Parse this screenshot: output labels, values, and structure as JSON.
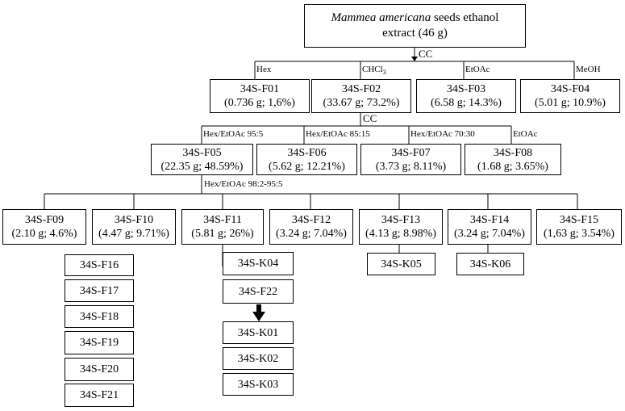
{
  "root": {
    "name_italic": "Mammea americana",
    "name_rest": " seeds ethanol",
    "line2": "extract (46 g)"
  },
  "cc1": "CC",
  "cc2": "CC",
  "solvents1": {
    "hex": "Hex",
    "chcl3_base": "CHCl",
    "chcl3_sub": "3",
    "etoac": "EtOAc",
    "meoh": "MeOH"
  },
  "level1": [
    {
      "id": "34S-F01",
      "detail": "(0.736 g; 1,6%)"
    },
    {
      "id": "34S-F02",
      "detail": "(33.67 g; 73.2%)"
    },
    {
      "id": "34S-F03",
      "detail": "(6.58 g; 14.3%)"
    },
    {
      "id": "34S-F04",
      "detail": "(5.01 g; 10.9%)"
    }
  ],
  "solvents2": {
    "a": "Hex/EtOAc 95:5",
    "b": "Hex/EtOAc 85:15",
    "c": "Hex/EtOAc 70:30",
    "d": "EtOAc"
  },
  "level2": [
    {
      "id": "34S-F05",
      "detail": "(22.35 g; 48.59%)"
    },
    {
      "id": "34S-F06",
      "detail": "(5.62 g; 12.21%)"
    },
    {
      "id": "34S-F07",
      "detail": "(3.73 g; 8.11%)"
    },
    {
      "id": "34S-F08",
      "detail": "(1.68 g; 3.65%)"
    }
  ],
  "solvents3": {
    "a": "Hex/EtOAc 98:2-95:5"
  },
  "level3": [
    {
      "id": "34S-F09",
      "detail": "(2.10 g; 4.6%)"
    },
    {
      "id": "34S-F10",
      "detail": "(4.47 g; 9.71%)"
    },
    {
      "id": "34S-F11",
      "detail": "(5.81 g; 26%)"
    },
    {
      "id": "34S-F12",
      "detail": "(3.24 g; 7.04%)"
    },
    {
      "id": "34S-F13",
      "detail": "(4.13 g; 8.98%)"
    },
    {
      "id": "34S-F14",
      "detail": "(3.24 g; 7.04%)"
    },
    {
      "id": "34S-F15",
      "detail": "(1,63 g; 3.54%)"
    }
  ],
  "f10_children": [
    "34S-F16",
    "34S-F17",
    "34S-F18",
    "34S-F19",
    "34S-F20",
    "34S-F21"
  ],
  "f11_children": {
    "k04": "34S-K04",
    "f22": "34S-F22",
    "f22_children": [
      "34S-K01",
      "34S-K02",
      "34S-K03"
    ]
  },
  "f13_child": "34S-K05",
  "f14_child": "34S-K06"
}
